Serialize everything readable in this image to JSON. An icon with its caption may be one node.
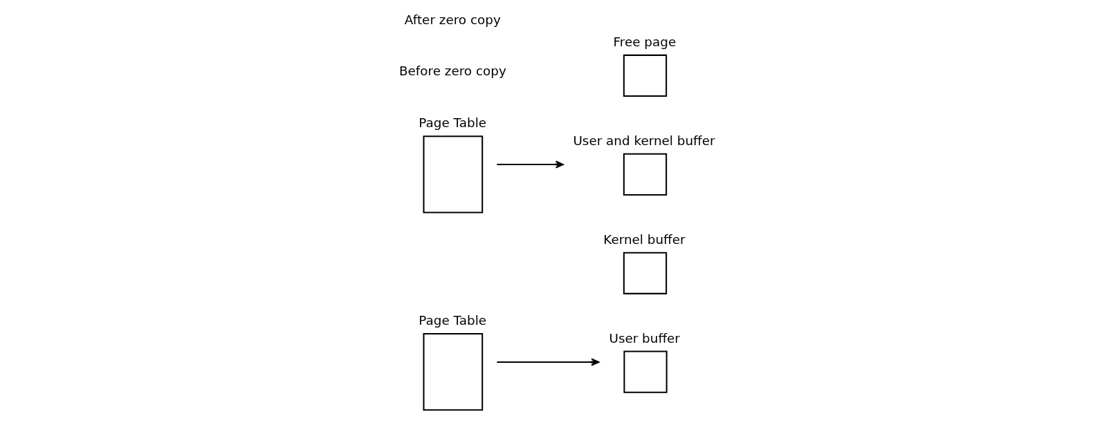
{
  "diagram": {
    "nodes": [
      {
        "text": [
          "Page Table"
        ]
      },
      {
        "text": [
          "User buffer"
        ]
      },
      {
        "text": [
          "Kernel buffer"
        ]
      },
      {
        "text": [
          "Page Table"
        ]
      },
      {
        "text": [
          "Free page"
        ]
      },
      {
        "text": [
          "User and kernel buffer"
        ]
      }
    ],
    "edges": [
      {
        "from": 0,
        "to": 1,
        "arrow": "to"
      },
      {
        "from": 3,
        "to": 5,
        "arrow": "to"
      }
    ],
    "labels": [
      "Before zero copy",
      "After zero copy"
    ]
  }
}
